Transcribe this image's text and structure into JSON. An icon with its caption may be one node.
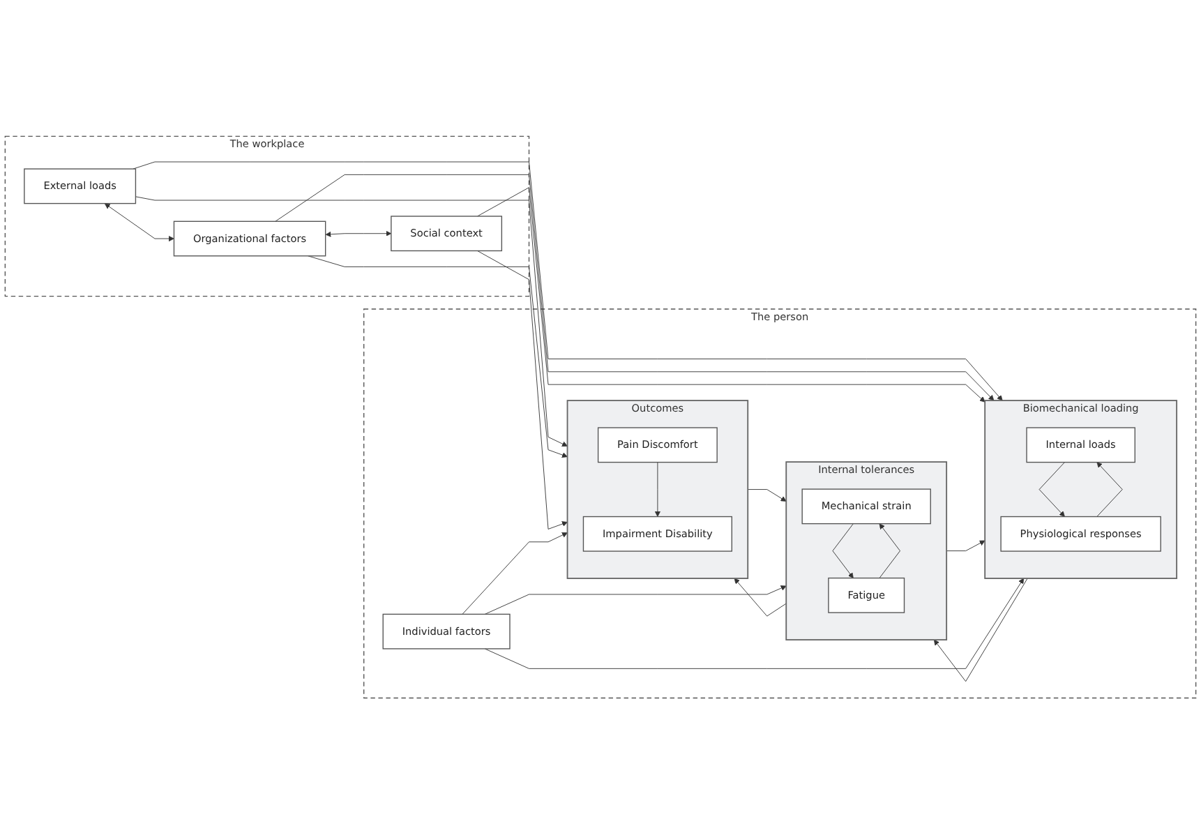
{
  "diagram": {
    "nodes": [
      {
        "text": [
          "The workplace"
        ]
      },
      {
        "text": [
          "External loads"
        ],
        "in": 0
      },
      {
        "text": [
          "Organizational factors"
        ],
        "in": 0
      },
      {
        "text": [
          "Social context"
        ],
        "in": 0
      },
      {
        "text": [
          "The person"
        ]
      },
      {
        "text": [
          "Biomechanical loading"
        ],
        "in": 4
      },
      {
        "text": [
          "Internal loads"
        ],
        "in": 5
      },
      {
        "text": [
          "Physiological responses"
        ],
        "in": 5
      },
      {
        "text": [
          "Internal tolerances"
        ],
        "in": 4
      },
      {
        "text": [
          "Mechanical strain"
        ],
        "in": 8
      },
      {
        "text": [
          "Fatigue"
        ],
        "in": 8
      },
      {
        "text": [
          "Outcomes"
        ],
        "in": 4
      },
      {
        "text": [
          "Pain Discomfort"
        ],
        "in": 11
      },
      {
        "text": [
          "Impairment Disability"
        ],
        "in": 11
      },
      {
        "text": [
          "Individual factors"
        ],
        "in": 4
      }
    ],
    "edges": [
      {
        "from": 1,
        "to": 5,
        "arrow": "to"
      },
      {
        "from": 1,
        "to": 11,
        "arrow": "to"
      },
      {
        "from": 1,
        "to": 2,
        "arrow": "both"
      },
      {
        "from": 2,
        "to": 5,
        "arrow": "to"
      },
      {
        "from": 2,
        "to": 11,
        "arrow": "to"
      },
      {
        "from": 2,
        "to": 3,
        "arrow": "both"
      },
      {
        "from": 3,
        "to": 5,
        "arrow": "to"
      },
      {
        "from": 3,
        "to": 11,
        "arrow": "to"
      },
      {
        "from": 6,
        "to": 7,
        "arrow": "to"
      },
      {
        "from": 7,
        "to": 6,
        "arrow": "to"
      },
      {
        "from": 5,
        "to": 8,
        "arrow": "to"
      },
      {
        "from": 8,
        "to": 5,
        "arrow": "to"
      },
      {
        "from": 9,
        "to": 10,
        "arrow": "to"
      },
      {
        "from": 10,
        "to": 9,
        "arrow": "to"
      },
      {
        "from": 8,
        "to": 11,
        "arrow": "to"
      },
      {
        "from": 11,
        "to": 8,
        "arrow": "to"
      },
      {
        "from": 12,
        "to": 13,
        "arrow": "to"
      },
      {
        "from": 14,
        "to": 5,
        "arrow": "to"
      },
      {
        "from": 14,
        "to": 8,
        "arrow": "to"
      },
      {
        "from": 14,
        "to": 11,
        "arrow": "to"
      }
    ]
  }
}
